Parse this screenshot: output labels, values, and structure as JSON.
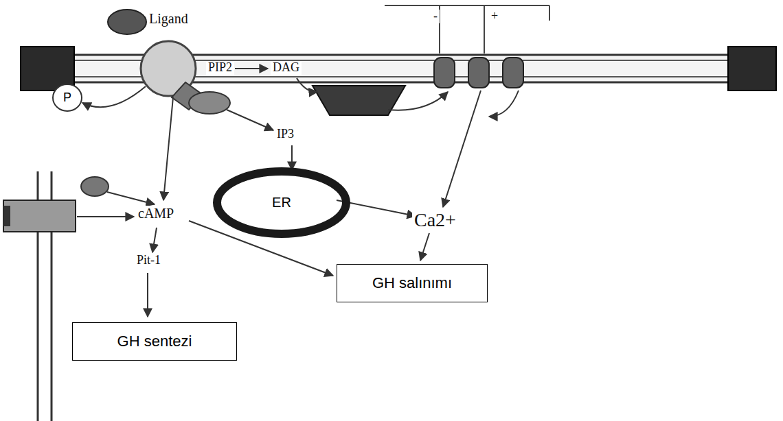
{
  "diagram": {
    "nodes": [
      {
        "text": [
          "P"
        ]
      },
      {
        "text": [
          "ER"
        ]
      },
      {
        "text": [
          "GH salınımı"
        ]
      },
      {
        "text": [
          "GH sentezi"
        ]
      }
    ],
    "labels": [
      "Ligand",
      "PIP2",
      "DAG",
      "IP3",
      "Ca2+",
      "cAMP",
      "Pit-1",
      "-",
      "+"
    ]
  }
}
